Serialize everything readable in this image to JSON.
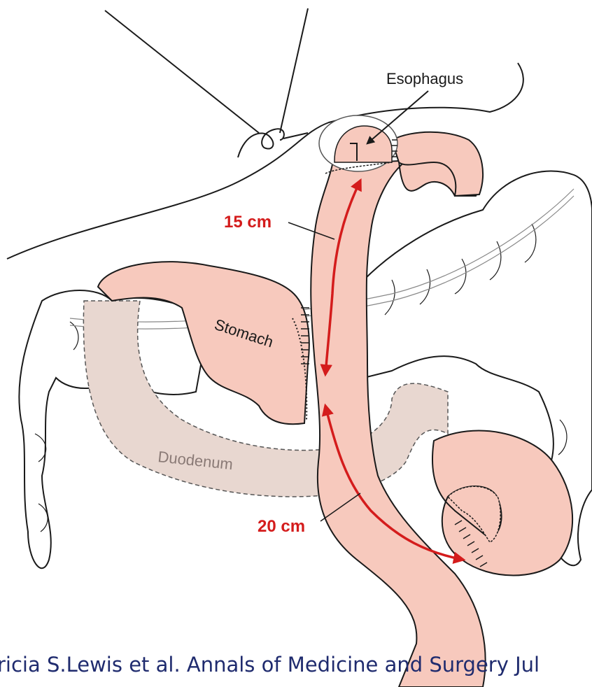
{
  "labels": {
    "esophagus": "Esophagus",
    "stomach": "Stomach",
    "duodenum": "Duodenum",
    "limb_upper": "15 cm",
    "limb_lower": "20 cm"
  },
  "caption": "ricia S.Lewis et al. Annals of Medicine and Surgery Jul",
  "colors": {
    "organ_fill": "#f7c9bd",
    "duodenum_fill": "#e8d7d0",
    "outline": "#1a1a1a",
    "measure": "#d41c1c",
    "caption_text": "#1f2b6e"
  }
}
